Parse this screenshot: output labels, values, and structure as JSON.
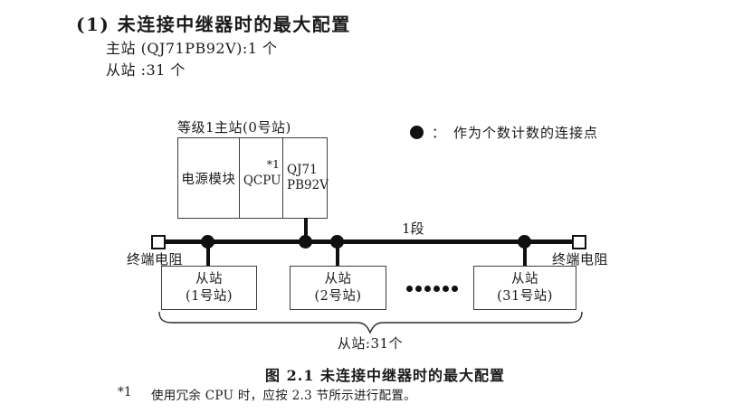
{
  "colors": {
    "ink": "#1a1a1a",
    "line_black": "#101010",
    "box_border_gray": "#3f3f3f",
    "background": "#ffffff"
  },
  "heading": {
    "title": "(1) 未连接中继器时的最大配置",
    "master_count": "主站 (QJ71PB92V):1 个",
    "slave_count": "从站 :31 个"
  },
  "legend": {
    "icon": "filled-circle-connection-point",
    "colon": "：",
    "label": "作为个数计数的连接点"
  },
  "diagram": {
    "master": {
      "label": "等级1主站(0号站)",
      "cells": [
        {
          "text": "电源模块"
        },
        {
          "text": "QCPU",
          "note": "*1"
        },
        {
          "line1": "QJ71",
          "line2": "PB92V"
        }
      ]
    },
    "segment_label": "1段",
    "terminators": {
      "left": "终端电阻",
      "right": "终端电阻"
    },
    "slaves": [
      {
        "line1": "从站",
        "line2": "(1号站)"
      },
      {
        "line1": "从站",
        "line2": "(2号站)"
      },
      {
        "line1": "从站",
        "line2": "(31号站)"
      }
    ],
    "ellipsis_icon": "six-connection-dots",
    "brace_label": "从站:31个"
  },
  "caption": "图 2.1 未连接中继器时的最大配置",
  "footnote": {
    "marker": "*1",
    "text": "使用冗余 CPU 时，应按 2.3 节所示进行配置。"
  }
}
